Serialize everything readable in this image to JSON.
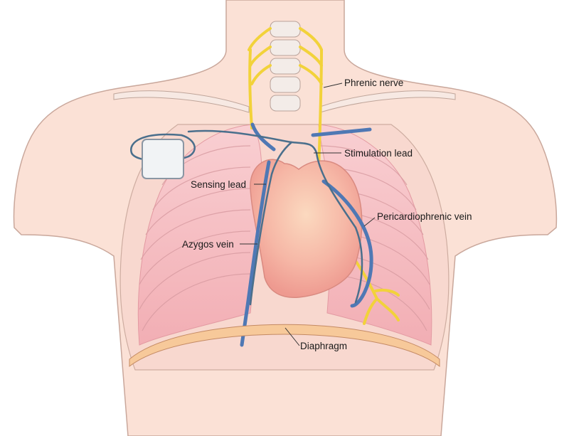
{
  "diagram": {
    "labels": {
      "phrenic_nerve": "Phrenic nerve",
      "stimulation_lead": "Stimulation lead",
      "sensing_lead": "Sensing lead",
      "pericardiophrenic_vein": "Pericardiophrenic vein",
      "azygos_vein": "Azygos vein",
      "diaphragm": "Diaphragm"
    },
    "colors": {
      "skin": "#fbe1d6",
      "skin_outline": "#c9a79b",
      "lung": "#f6bfc3",
      "heart": "#f39a8f",
      "nerve": "#f2d23a",
      "vein": "#4f78b4",
      "lead": "#4a6f8c",
      "diaphragm": "#f7c99a"
    }
  }
}
